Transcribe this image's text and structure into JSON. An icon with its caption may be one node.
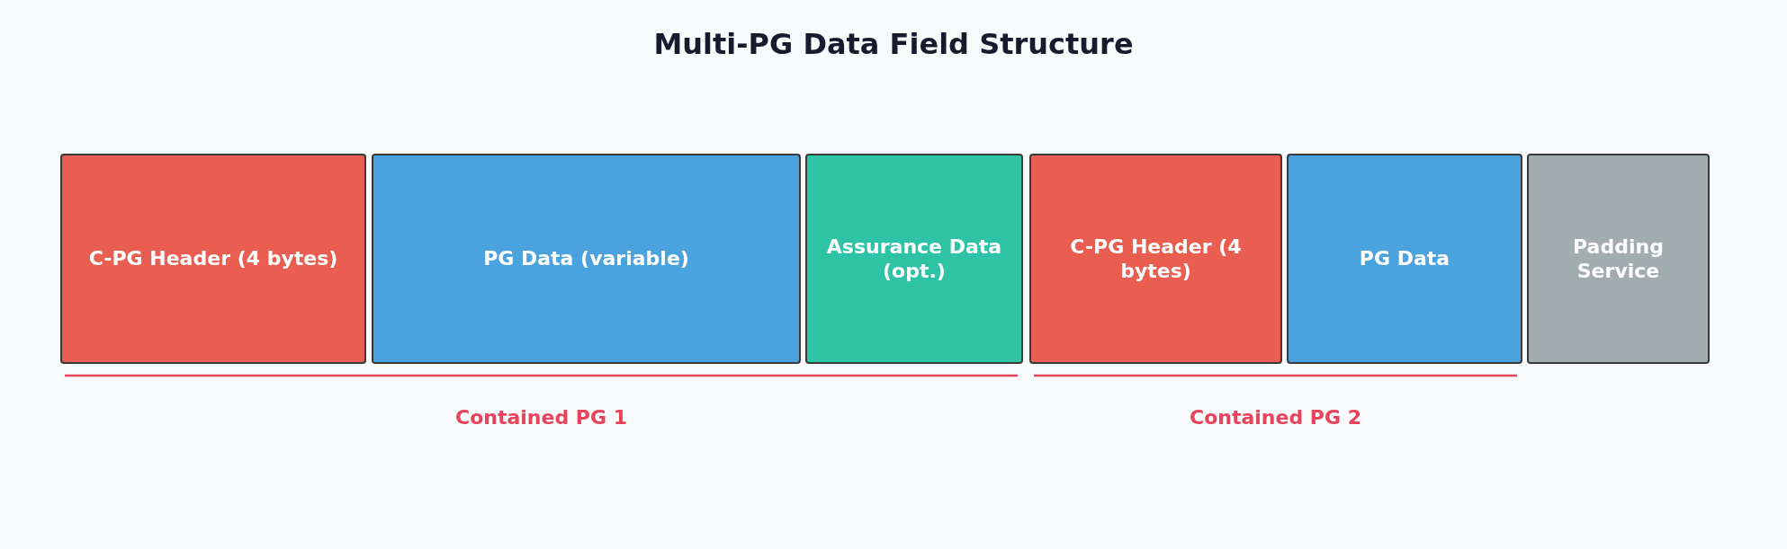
{
  "diagram": {
    "title": "Multi-PG Data Field Structure",
    "nodes": [
      {
        "text": [
          "C-PG Header (4 bytes)"
        ]
      },
      {
        "text": [
          "PG Data (variable)"
        ]
      },
      {
        "text": [
          "Assurance Data (opt.)"
        ]
      },
      {
        "text": [
          "C-PG Header (4 bytes)"
        ]
      },
      {
        "text": [
          "PG Data"
        ]
      },
      {
        "text": [
          "Padding Service"
        ]
      }
    ],
    "edges": [],
    "labels": [
      "Contained PG 1",
      "Contained PG 2"
    ]
  }
}
